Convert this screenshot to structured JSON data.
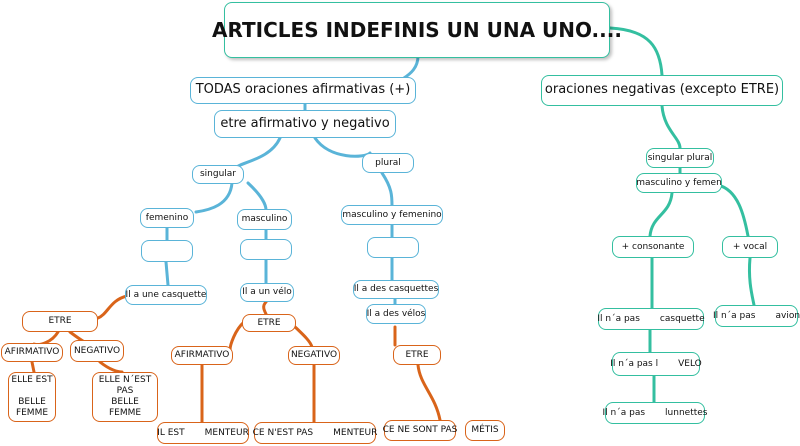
{
  "colors": {
    "blue": "#5ab4d8",
    "teal": "#34bfa0",
    "orange": "#d9641a"
  },
  "root": "ARTICLES INDEFINIS UN UNA UNO....",
  "left": {
    "todas": "TODAS oraciones afirmativas (+)",
    "etre_af_neg": "etre afirmativo y negativo",
    "singular": "singular",
    "plural": "plural",
    "femenino": "femenino",
    "masculino": "masculino",
    "masc_fem": "masculino y femenino",
    "fem_blank": "",
    "masc_blank": "",
    "plural_blank": "",
    "il_a_une": "Il a une casquette",
    "il_a_un": "Il a un vélo",
    "il_a_des_casq": "Il a des casquettes",
    "il_a_des_velos": "Il a des vélos",
    "etre_1": "ETRE",
    "afirmativo_1": "AFIRMATIVO",
    "negativo_1": "NEGATIVO",
    "elle_est": "ELLE EST\n\nBELLE\nFEMME",
    "elle_nest": "ELLE N´EST\nPAS\nBELLE\nFEMME",
    "etre_2": "ETRE",
    "afirmativo_2": "AFIRMATIVO",
    "negativo_2": "NEGATIVO",
    "il_est": "IL EST       MENTEUR",
    "ce_nest": "CE N'EST PAS       MENTEUR",
    "etre_3": "ETRE",
    "ce_ne_sont": "CE NE SONT PAS",
    "metis": "MÉTIS"
  },
  "right": {
    "negativas": "oraciones negativas (excepto ETRE)",
    "sing_plural": "singular plural",
    "masc_femen": "masculino y femen",
    "consonante": "+ consonante",
    "vocal": "+ vocal",
    "il_na_pas_casq": "Il n´a pas       casquette",
    "il_na_pas_avion": "Il n´a pas       avion",
    "il_na_pas_velo": "Il n´a pas l       VELO",
    "il_na_pas_lunettes": "Il n´a pas       lunnettes"
  }
}
